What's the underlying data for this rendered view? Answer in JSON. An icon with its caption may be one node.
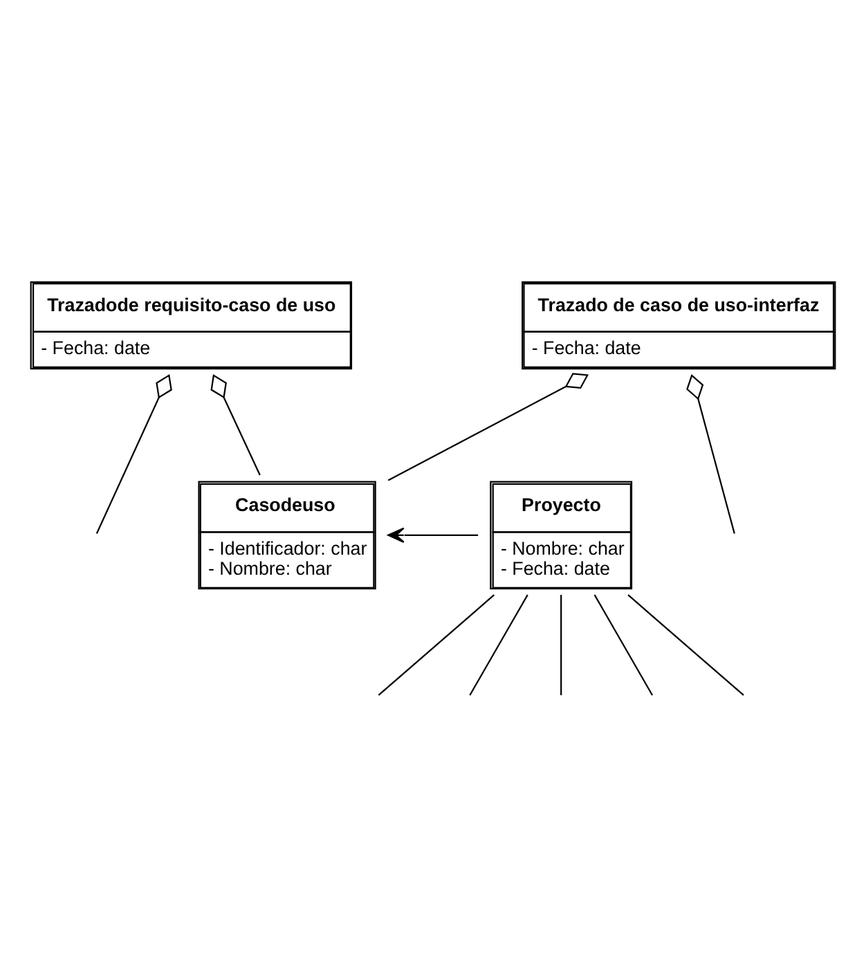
{
  "diagram": {
    "nodes": [
      {
        "text": [
          "Trazadode requisito-caso de uso",
          "- Fecha: date"
        ]
      },
      {
        "text": [
          "Casodeuso",
          "- Identificador: char",
          "- Nombre: char"
        ]
      },
      {
        "text": [
          "Proyecto",
          "- Nombre: char",
          "- Fecha: date"
        ]
      },
      {
        "text": [
          "Trazado de caso de uso-interfaz",
          "- Fecha: date"
        ]
      }
    ],
    "edges": [
      {
        "from": 0,
        "to": 1,
        "arrow": "other"
      },
      {
        "from": 0,
        "to": null,
        "arrow": "other"
      },
      {
        "from": 2,
        "to": 1,
        "arrow": "to"
      },
      {
        "from": 3,
        "to": 1,
        "arrow": "other"
      },
      {
        "from": 3,
        "to": null,
        "arrow": "other"
      },
      {
        "from": 2,
        "to": null,
        "arrow": "none"
      },
      {
        "from": 2,
        "to": null,
        "arrow": "none"
      },
      {
        "from": 2,
        "to": null,
        "arrow": "none"
      },
      {
        "from": 2,
        "to": null,
        "arrow": "none"
      },
      {
        "from": 2,
        "to": null,
        "arrow": "none"
      }
    ]
  }
}
